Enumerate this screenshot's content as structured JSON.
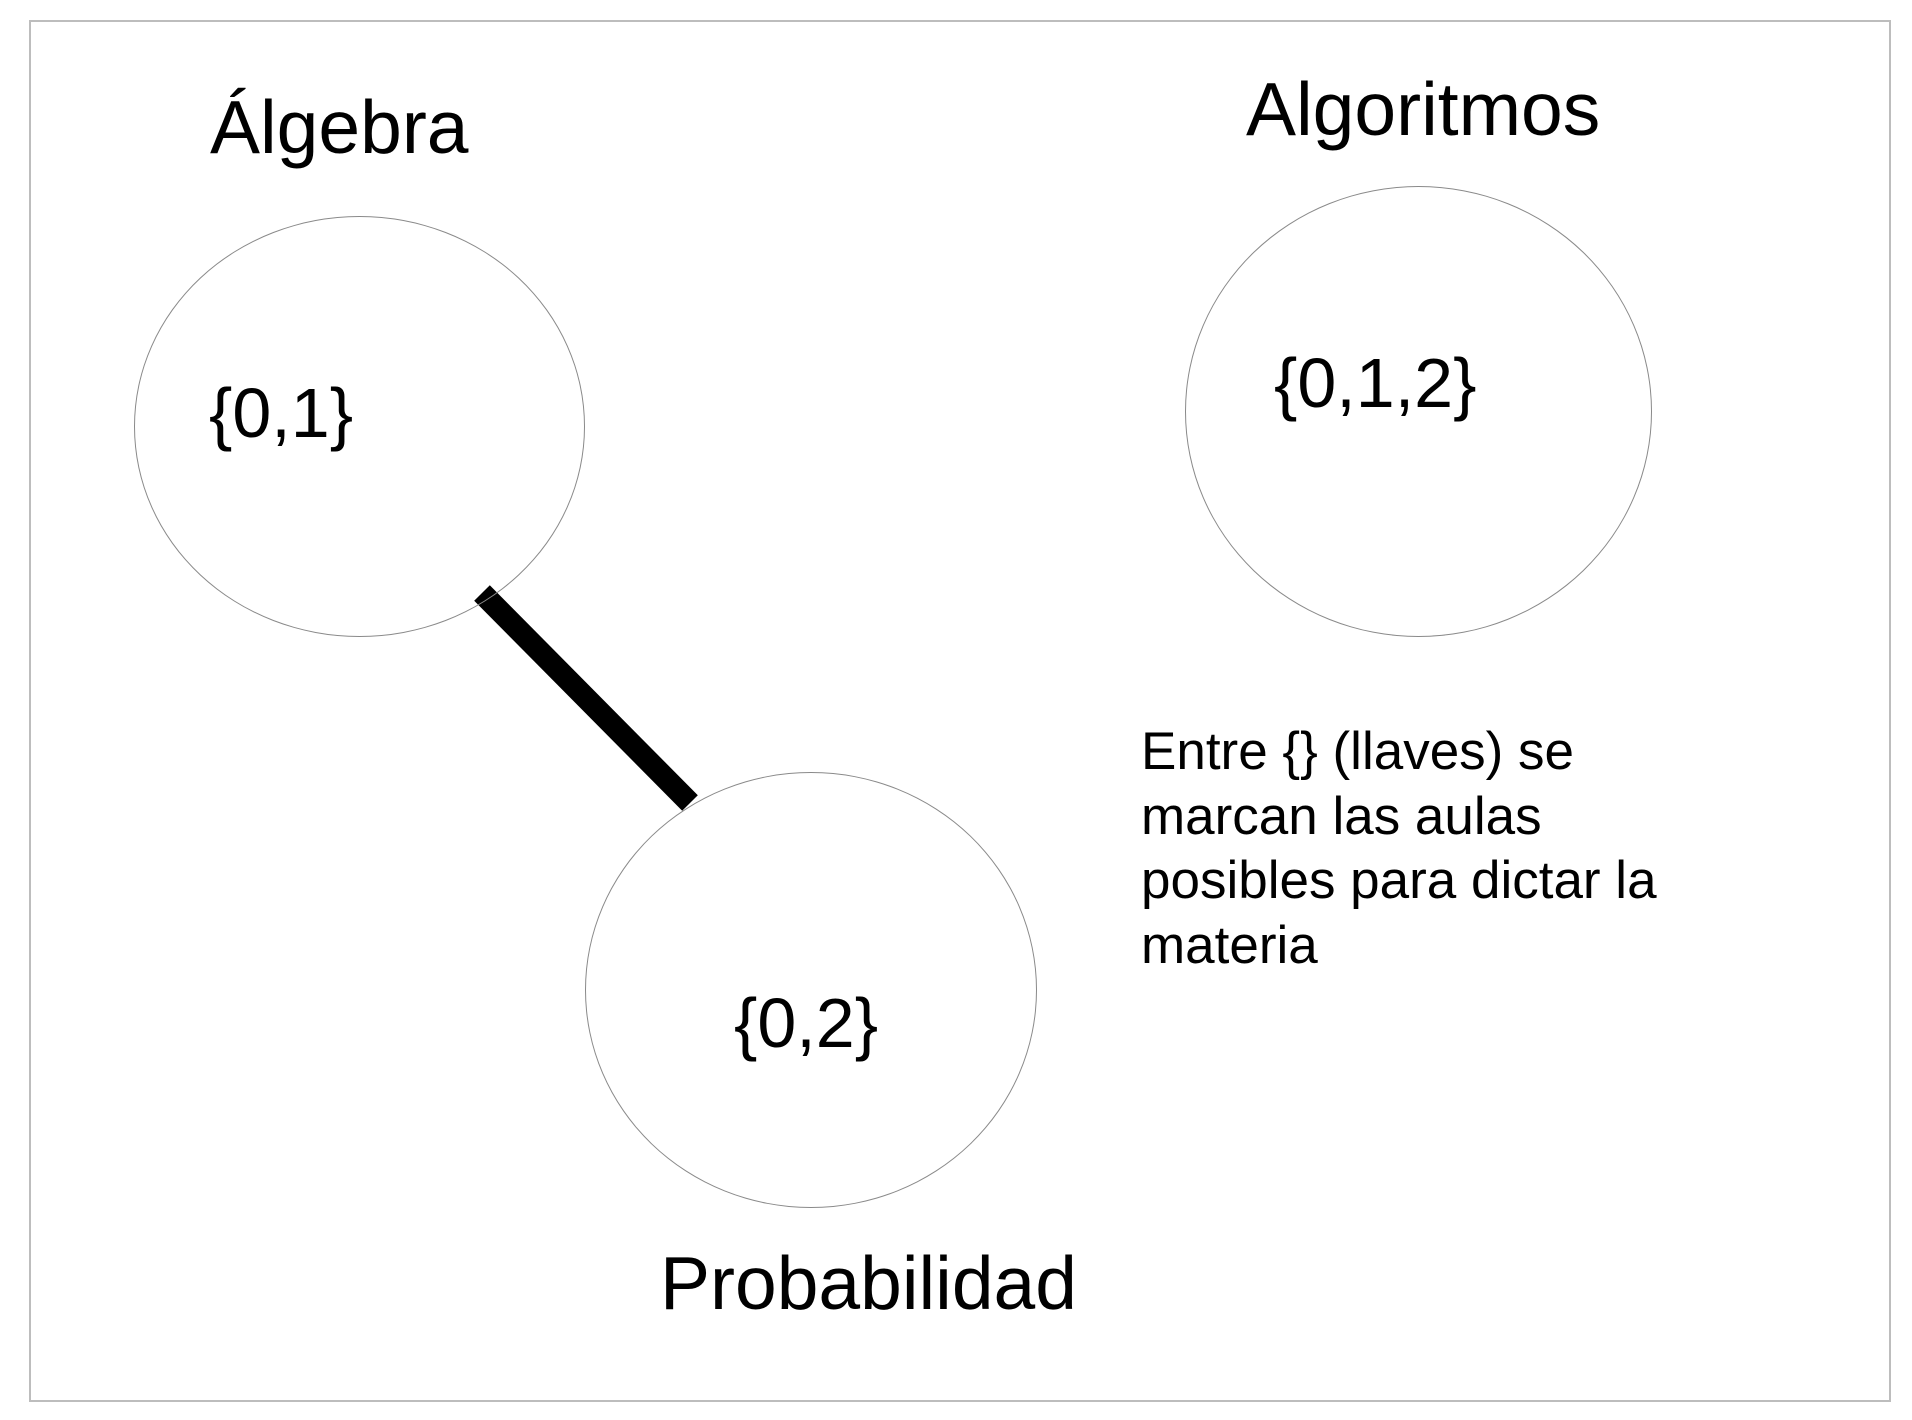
{
  "nodes": [
    {
      "id": "algebra",
      "title": "Álgebra",
      "rooms": "{0,1}"
    },
    {
      "id": "algoritmos",
      "title": "Algoritmos",
      "rooms": "{0,1,2}"
    },
    {
      "id": "probabilidad",
      "title": "Probabilidad",
      "rooms": "{0,2}"
    }
  ],
  "edges": [
    {
      "from": "algebra",
      "to": "probabilidad"
    }
  ],
  "note": {
    "lines": [
      "Entre {} (llaves) se",
      "marcan las aulas",
      "posibles para dictar la",
      "materia"
    ]
  },
  "colors": {
    "edge": "#000000",
    "node_border": "#8a8a8a",
    "frame": "#bdbdbd"
  }
}
